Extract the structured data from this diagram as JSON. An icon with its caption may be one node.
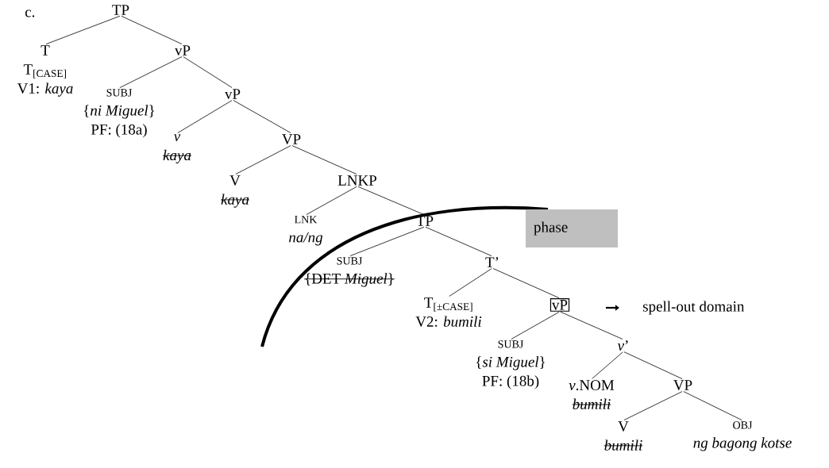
{
  "diagram": {
    "nodes": [
      {
        "text": [
          "TP"
        ]
      },
      {
        "text": [
          "T",
          "T$_{[CASE]}$",
          "V1: *kaya*"
        ]
      },
      {
        "text": [
          "vP"
        ]
      },
      {
        "text": [
          "SUBJ",
          "{*ni Miguel*}",
          "PF: (18a)"
        ]
      },
      {
        "text": [
          "vP"
        ]
      },
      {
        "text": [
          "*v*",
          "*kaya*"
        ]
      },
      {
        "text": [
          "VP"
        ]
      },
      {
        "text": [
          "V",
          "*kaya*"
        ]
      },
      {
        "text": [
          "LNKP"
        ]
      },
      {
        "text": [
          "LNK",
          "*na/ng*"
        ]
      },
      {
        "text": [
          "TP"
        ]
      },
      {
        "text": [
          "SUBJ",
          "{DET *Miguel*}"
        ]
      },
      {
        "text": [
          "T’"
        ]
      },
      {
        "text": [
          "T$_{[±CASE]}$",
          "V2: *bumili*"
        ]
      },
      {
        "text": [
          "vP"
        ]
      },
      {
        "text": [
          "SUBJ",
          "{*si Miguel*}",
          "PF: (18b)"
        ]
      },
      {
        "text": [
          "*v*’"
        ]
      },
      {
        "text": [
          "*v*.NOM",
          "*bumili*"
        ]
      },
      {
        "text": [
          "VP"
        ]
      },
      {
        "text": [
          "V",
          "*bumili*"
        ]
      },
      {
        "text": [
          "OBJ",
          "*ng bagong kotse*"
        ]
      },
      {
        "text": [
          "phase"
        ]
      }
    ],
    "edges": [
      {
        "from": 0,
        "to": 1,
        "arrow": "none"
      },
      {
        "from": 0,
        "to": 2,
        "arrow": "none"
      },
      {
        "from": 2,
        "to": 3,
        "arrow": "none"
      },
      {
        "from": 2,
        "to": 4,
        "arrow": "none"
      },
      {
        "from": 4,
        "to": 5,
        "arrow": "none"
      },
      {
        "from": 4,
        "to": 6,
        "arrow": "none"
      },
      {
        "from": 6,
        "to": 7,
        "arrow": "none"
      },
      {
        "from": 6,
        "to": 8,
        "arrow": "none"
      },
      {
        "from": 8,
        "to": 9,
        "arrow": "none"
      },
      {
        "from": 8,
        "to": 10,
        "arrow": "none"
      },
      {
        "from": 10,
        "to": 11,
        "arrow": "none"
      },
      {
        "from": 10,
        "to": 12,
        "arrow": "none"
      },
      {
        "from": 12,
        "to": 13,
        "arrow": "none"
      },
      {
        "from": 12,
        "to": 14,
        "arrow": "none"
      },
      {
        "from": 14,
        "to": 15,
        "arrow": "none"
      },
      {
        "from": 14,
        "to": 16,
        "arrow": "none"
      },
      {
        "from": 16,
        "to": 17,
        "arrow": "none"
      },
      {
        "from": 16,
        "to": 18,
        "arrow": "none"
      },
      {
        "from": 18,
        "to": 19,
        "arrow": "none"
      },
      {
        "from": 18,
        "to": 20,
        "arrow": "none"
      }
    ],
    "labels": [
      "c.",
      "spell-out domain"
    ]
  }
}
